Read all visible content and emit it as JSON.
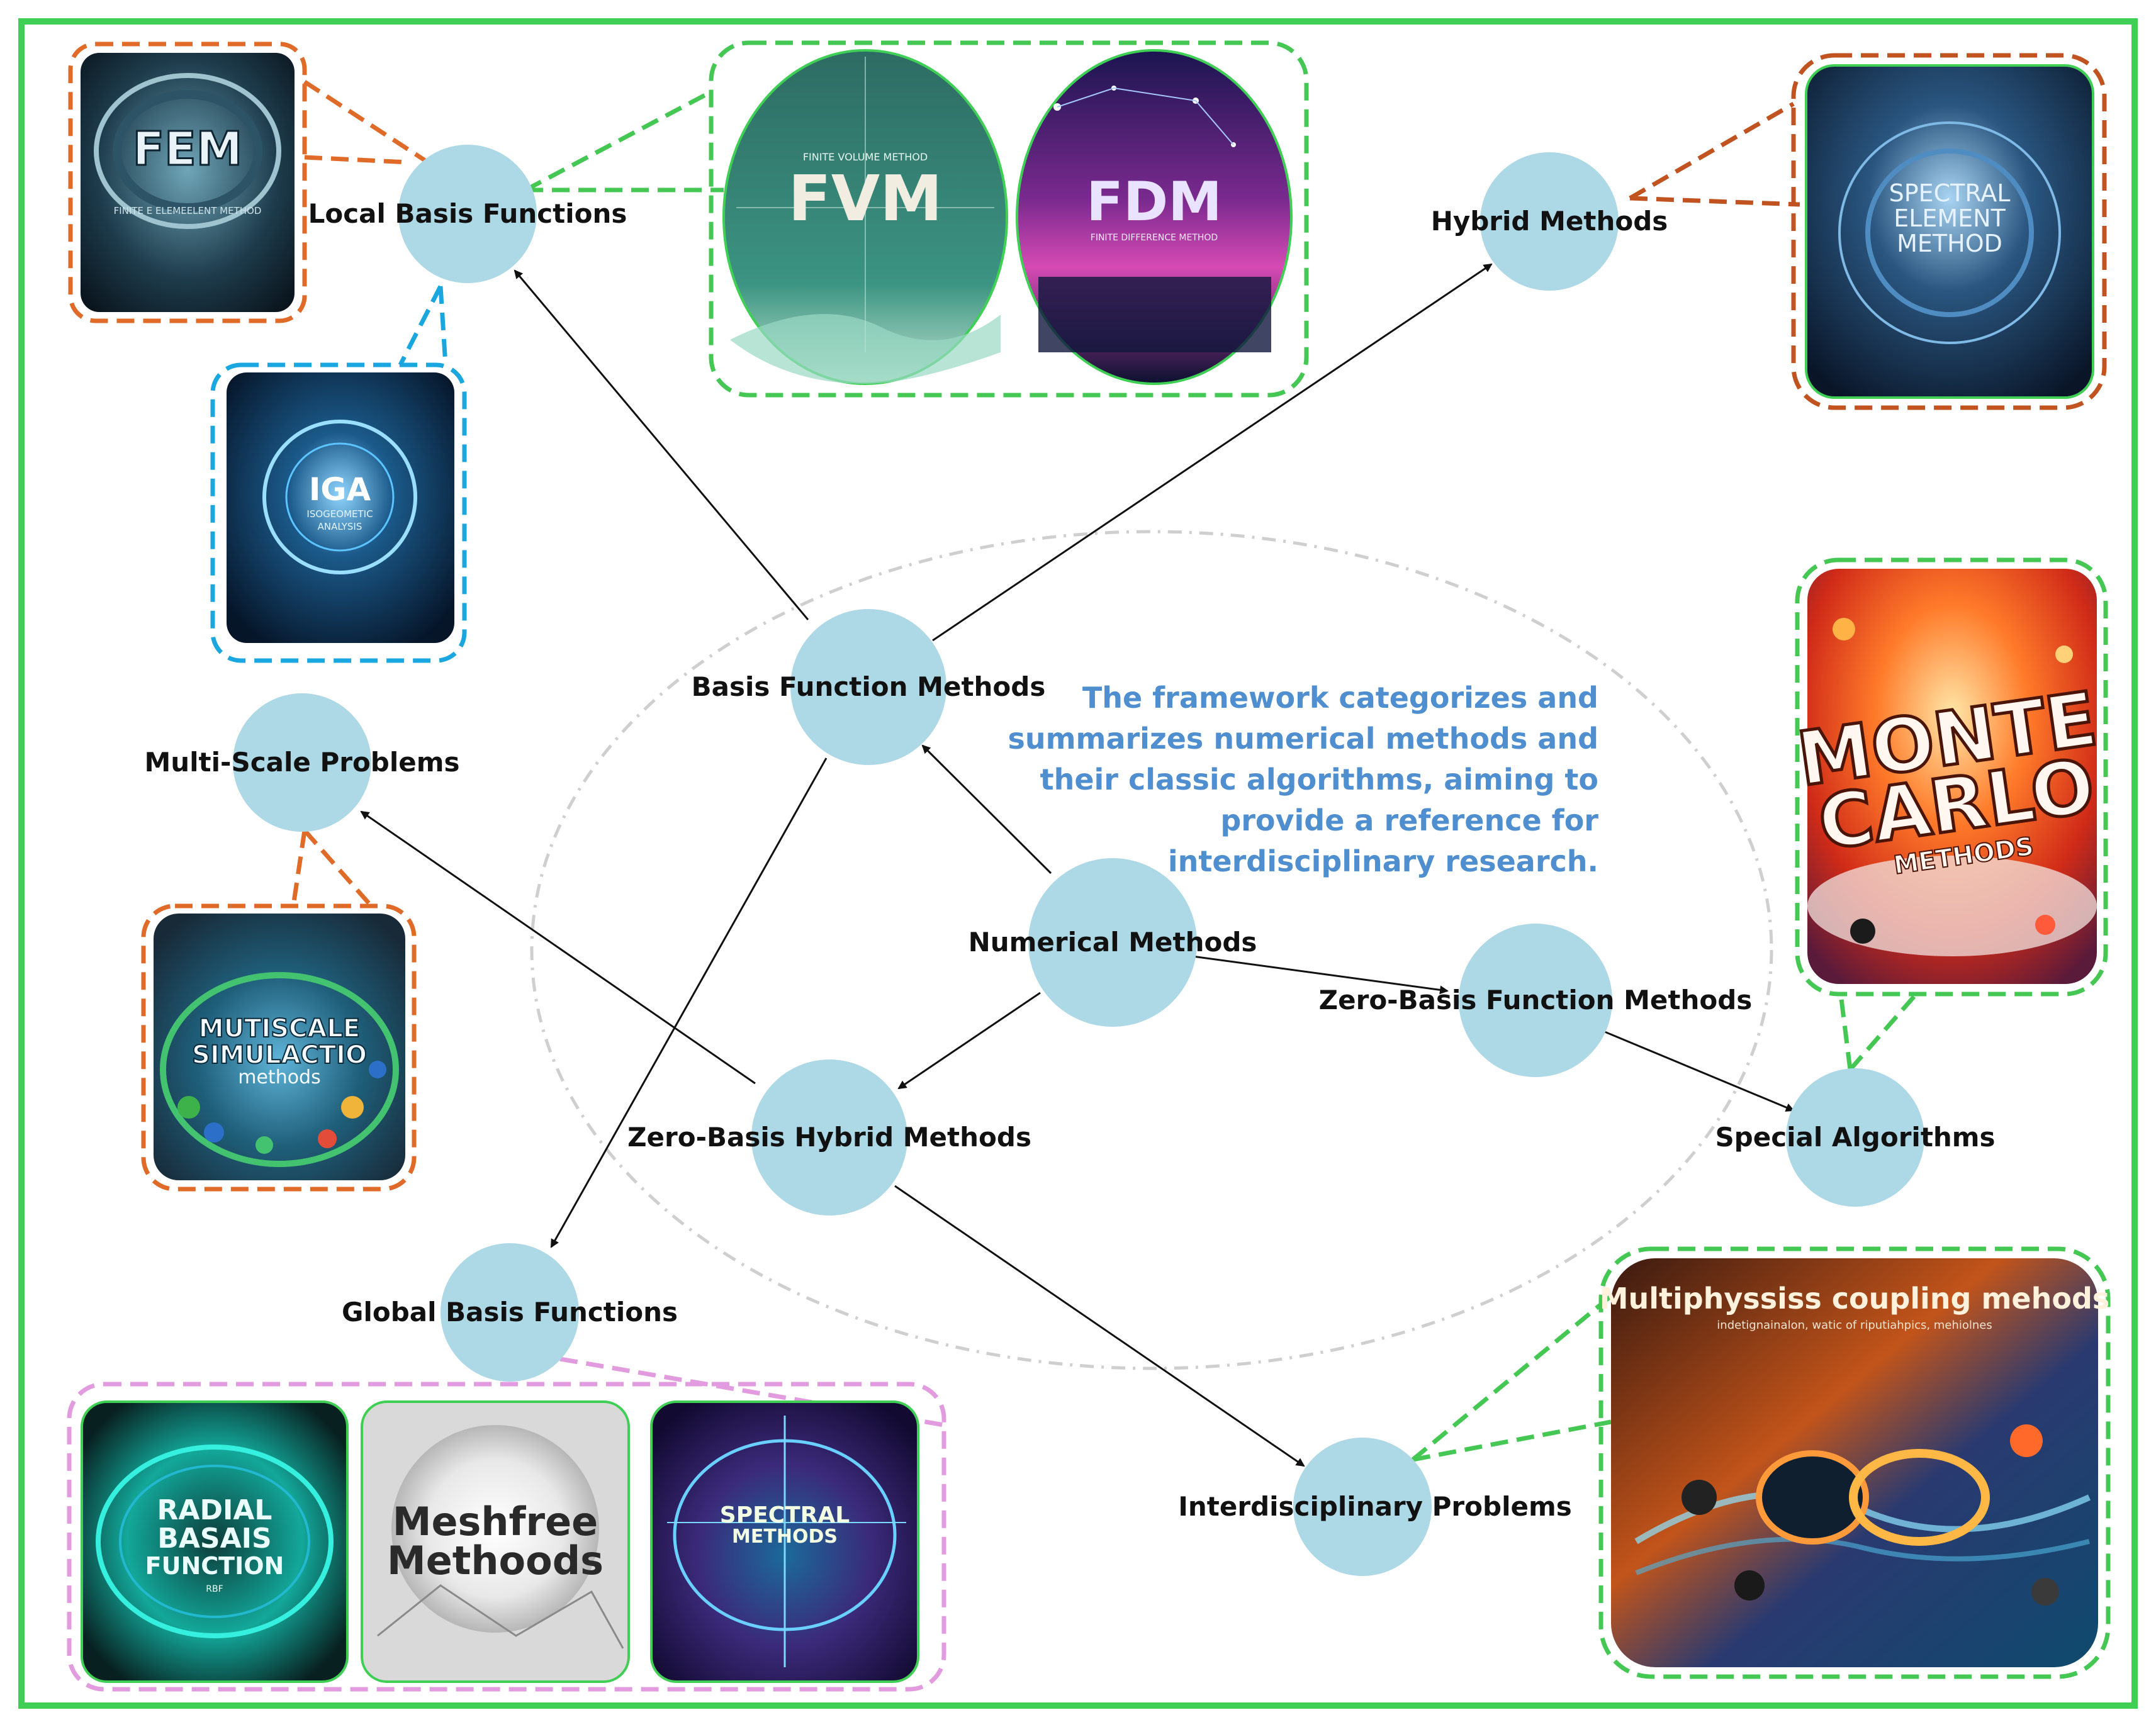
{
  "colors": {
    "frame": "#3fcf55",
    "node_fill": "#add8e6",
    "description": "#4f8fd0",
    "orange_dash": "#e06a28",
    "green_dash": "#45c753",
    "blue_dash": "#1aa7e0",
    "pink_dash": "#e39be0",
    "brown_dash": "#c0531f"
  },
  "nodes": {
    "numerical": "Numerical Methods",
    "basis": "Basis Function Methods",
    "zero_basis": "Zero-Basis Function Methods",
    "zero_hybrid": "Zero-Basis Hybrid Methods",
    "local": "Local Basis Functions",
    "hybrid": "Hybrid Methods",
    "global": "Global Basis Functions",
    "multiscale": "Multi-Scale Problems",
    "special": "Special Algorithms",
    "interdisciplinary": "Interdisciplinary Problems"
  },
  "description": [
    "The framework categorizes and",
    "summarizes numerical methods and",
    "their classic algorithms, aiming to",
    "provide a reference for",
    "interdisciplinary research."
  ],
  "thumbnails": {
    "fem": {
      "title": "FEM",
      "sub": "FINITE E ELEMEELENT METHOD"
    },
    "fvm": {
      "title": "FVM",
      "sub": "FINITE VOLUME METHOD"
    },
    "fdm": {
      "title": "FDM",
      "sub": "FINITE DIFFERENCE METHOD"
    },
    "iga": {
      "title": "IGA",
      "sub1": "ISOGEOMETIC",
      "sub2": "ANALYSIS"
    },
    "sem": {
      "l1": "SPECTRAL",
      "l2": "ELEMENT",
      "l3": "METHOD"
    },
    "monte": {
      "l1": "MONTE",
      "l2": "CARLO",
      "l3": "METHODS"
    },
    "multiscale": {
      "l1": "MUTISCALE",
      "l2": "SIMULACTIO",
      "l3": "methods"
    },
    "multiphysics": {
      "title": "Multiphyssiss coupling mehods",
      "sub": "indetignainalon, watic of riputiahpics, mehiolnes"
    },
    "rbf": {
      "l1": "RADIAL",
      "l2": "BASAIS",
      "l3": "FUNCTION",
      "l4": "RBF"
    },
    "meshfree": {
      "l1": "Meshfree",
      "l2": "Methoods"
    },
    "spectral": {
      "l1": "SPECTRAL",
      "l2": "METHODS"
    }
  }
}
